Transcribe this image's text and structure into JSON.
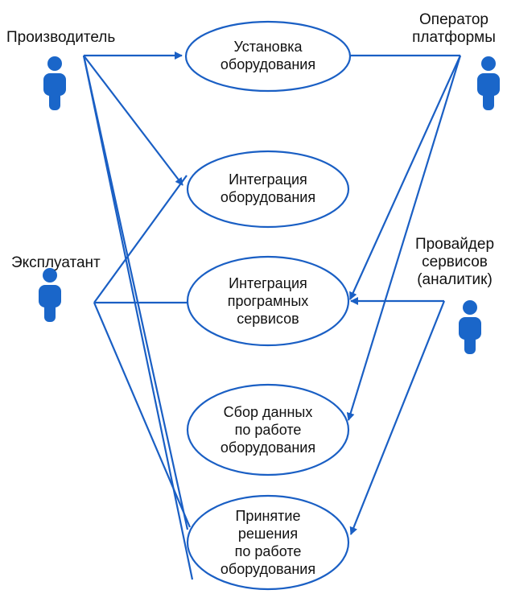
{
  "colors": {
    "line": "#1a5fc4",
    "actor": "#1a66c9",
    "text": "#111111",
    "background": "#ffffff"
  },
  "actors": {
    "manufacturer": {
      "label": "Производитель",
      "icon": "person-icon"
    },
    "operator": {
      "label_lines": [
        "Оператор",
        "платформы"
      ],
      "icon": "person-icon"
    },
    "exploiter": {
      "label": "Эксплуатант",
      "icon": "person-icon"
    },
    "provider": {
      "label_lines": [
        "Провайдер",
        "сервисов",
        "(аналитик)"
      ],
      "icon": "person-icon"
    }
  },
  "usecases": [
    {
      "id": "install",
      "lines": [
        "Установка",
        "оборудования"
      ]
    },
    {
      "id": "integration-equipment",
      "lines": [
        "Интеграция",
        "оборудования"
      ]
    },
    {
      "id": "integration-services",
      "lines": [
        "Интеграция",
        "програмных",
        "сервисов"
      ]
    },
    {
      "id": "data-collection",
      "lines": [
        "Сбор данных",
        "по работе",
        "оборудования"
      ]
    },
    {
      "id": "decision",
      "lines": [
        "Принятие",
        "решения",
        "по работе",
        "оборудования"
      ]
    }
  ]
}
